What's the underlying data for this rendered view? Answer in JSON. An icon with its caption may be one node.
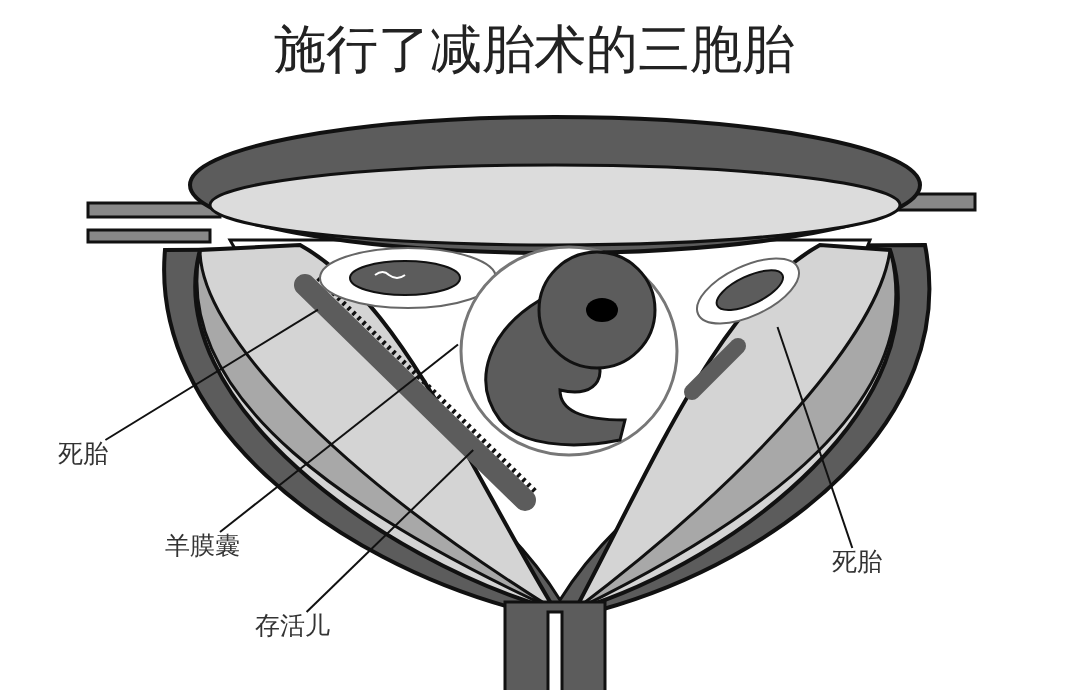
{
  "diagram": {
    "title": "施行了减胎术的三胞胎",
    "nodes": [
      {
        "text": [
          "死胎"
        ]
      },
      {
        "text": [
          "羊膜囊"
        ]
      },
      {
        "text": [
          "存活儿"
        ]
      },
      {
        "text": [
          "死胎"
        ]
      },
      {
        "text": [],
        "shape": "picture"
      },
      {
        "text": [],
        "shape": "picture"
      },
      {
        "text": [],
        "shape": "picture",
        "in": 5
      },
      {
        "text": [],
        "shape": "picture"
      }
    ],
    "edges": [
      {
        "from": 0,
        "to": 4,
        "arrow": "none"
      },
      {
        "from": 1,
        "to": 5,
        "arrow": "none"
      },
      {
        "from": 2,
        "to": 6,
        "arrow": "none"
      },
      {
        "from": 3,
        "to": 7,
        "arrow": "none"
      }
    ]
  }
}
